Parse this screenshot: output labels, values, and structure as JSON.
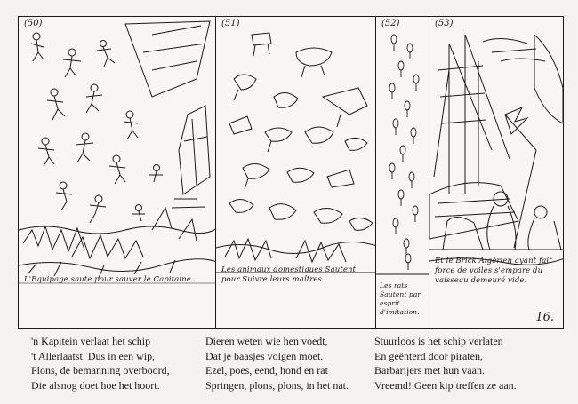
{
  "panels": [
    {
      "number": "(50)",
      "caption": "L'Equipage saute pour sauver le Capitaine."
    },
    {
      "number": "(51)",
      "caption": "Les animaux domestiques Sautent pour Suivre leurs maîtres."
    },
    {
      "number": "(52)",
      "caption": "Les rats Sautent par esprit d'imitation."
    },
    {
      "number": "(53)",
      "caption": "Et le Brick Algérien ayant fait force de voiles s'empare du vaisseau demeuré vide."
    }
  ],
  "page_number": "16.",
  "verses": [
    {
      "lines": [
        "'n Kapitein verlaat het schip",
        "'t Allerlaatst. Dus in een wip,",
        "Plons, de bemanning overboord,",
        "Die alsnog doet hoe het hoort."
      ]
    },
    {
      "lines": [
        "Dieren weten wie hen voedt,",
        "Dat je baasjes volgen moet.",
        "Ezel, poes, eend, hond en rat",
        "Springen, plons, plons, in het nat."
      ]
    },
    {
      "lines": [
        "Stuurloos is het schip verlaten",
        "En geënterd door piraten,",
        "Barbarijers met hun vaan.",
        "Vreemd! Geen kip treffen ze aan."
      ]
    }
  ]
}
